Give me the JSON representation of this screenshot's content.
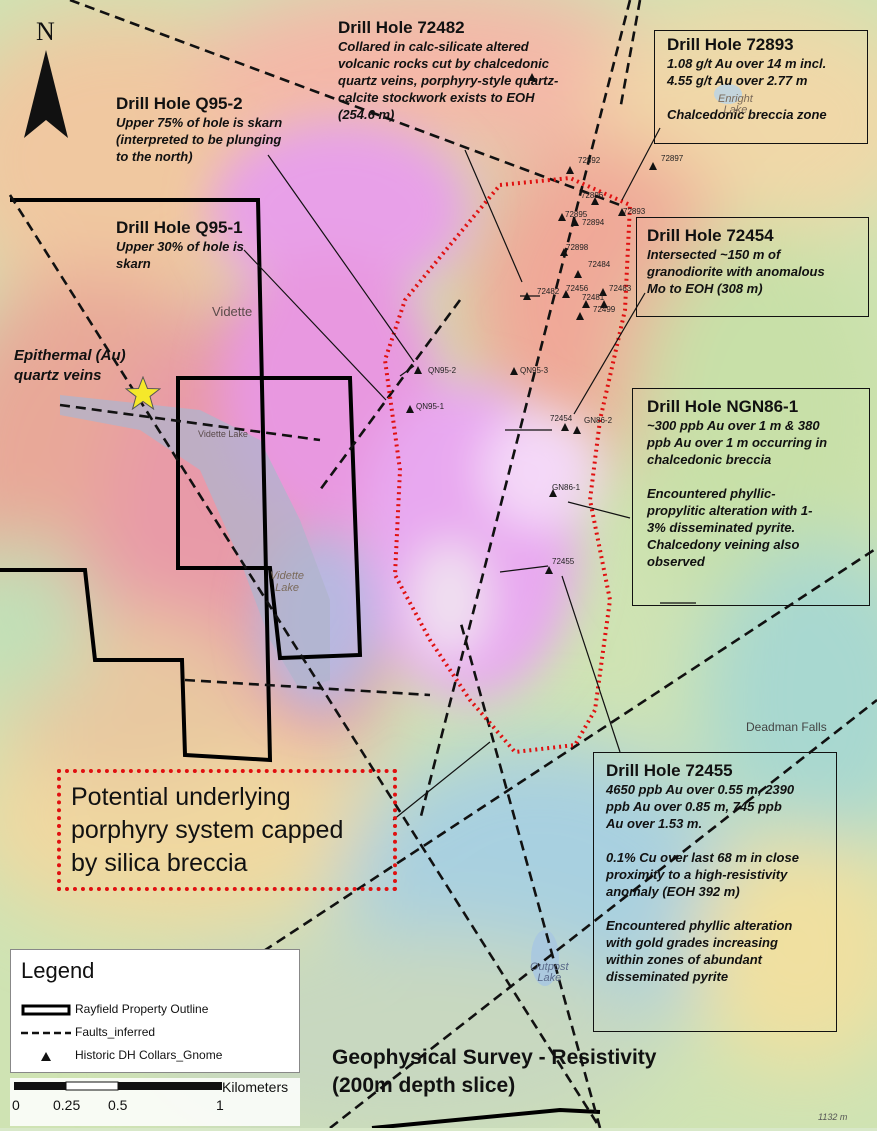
{
  "map": {
    "title": "Geophysical Survey - Resistivity\n(200m depth slice)",
    "north_label": "N",
    "epithermal_label": "Epithermal (Au)\nquartz veins",
    "potential_label": "Potential underlying\nporphyry system capped\nby silica breccia",
    "elevation_label": "1132 m"
  },
  "callouts": [
    {
      "id": "72482",
      "title": "Drill Hole 72482",
      "body": "Collared in calc-silicate altered\nvolcanic rocks cut by chalcedonic\nquartz veins, porphyry-style quartz-\ncalcite stockwork exists to EOH\n(254.6 m)",
      "boxed": false
    },
    {
      "id": "72893",
      "title": "Drill Hole 72893",
      "body": "1.08 g/t Au over 14 m incl.\n4.55 g/t Au over 2.77 m\n\nChalcedonic breccia zone",
      "boxed": true
    },
    {
      "id": "q95-2",
      "title": "Drill Hole Q95-2",
      "body": "Upper 75% of hole is skarn\n(interpreted to be plunging\nto the north)",
      "boxed": false
    },
    {
      "id": "q95-1",
      "title": "Drill Hole Q95-1",
      "body": "Upper 30% of hole is\nskarn",
      "boxed": false
    },
    {
      "id": "72454",
      "title": "Drill Hole 72454",
      "body": "Intersected ~150 m of\ngranodiorite with anomalous\nMo to EOH (308 m)",
      "boxed": true
    },
    {
      "id": "ngn86-1",
      "title": "Drill Hole NGN86-1",
      "body": "~300 ppb Au over 1 m & 380\nppb Au over 1 m occurring in\nchalcedonic breccia\n\nEncountered phyllic-\npropylitic alteration with 1-\n3% disseminated pyrite.\nChalcedony veining also\nobserved",
      "boxed": true
    },
    {
      "id": "72455",
      "title": "Drill Hole 72455",
      "body": "4650 ppb Au over 0.55 m, 2390\nppb Au over 0.85 m, 745 ppb\nAu over 1.53 m.\n\n0.1% Cu over last 68 m in close\nproximity to a high-resistivity\nanomaly (EOH 392 m)\n\nEncountered phyllic alteration\nwith gold grades increasing\nwithin zones of abundant\ndisseminated pyrite",
      "boxed": true
    }
  ],
  "places": [
    {
      "name": "Enright\nLake",
      "id": "enright"
    },
    {
      "name": "Vidette",
      "id": "vidette"
    },
    {
      "name": "Vidette Lake",
      "id": "vidette-lake"
    },
    {
      "name": "Vidette\nLake",
      "id": "vidette-lake-2"
    },
    {
      "name": "Deadman Falls",
      "id": "deadman-falls"
    },
    {
      "name": "Outpost\nLake",
      "id": "outpost-lake"
    }
  ],
  "drill_labels": [
    "72892",
    "72897",
    "72896",
    "72895",
    "72894",
    "72893",
    "72898",
    "72484",
    "72456",
    "72483",
    "72481",
    "72499",
    "72482",
    "QN95-3",
    "QN95-2",
    "QN95-1",
    "72454",
    "GN86-2",
    "GN86-1",
    "72455"
  ],
  "legend": {
    "title": "Legend",
    "items": [
      {
        "label": "Rayfield Property Outline",
        "symbol": "property-outline"
      },
      {
        "label": "Faults_inferred",
        "symbol": "fault-dashed"
      },
      {
        "label": "Historic DH Collars_Gnome",
        "symbol": "triangle"
      }
    ]
  },
  "scale": {
    "unit_label": "Kilometers",
    "ticks": [
      "0",
      "0.25",
      "0.5",
      "1"
    ]
  },
  "colors": {
    "fault": "#111111",
    "property": "#000000",
    "anomaly_outline": "#e01010",
    "star": "#f5e82a"
  }
}
